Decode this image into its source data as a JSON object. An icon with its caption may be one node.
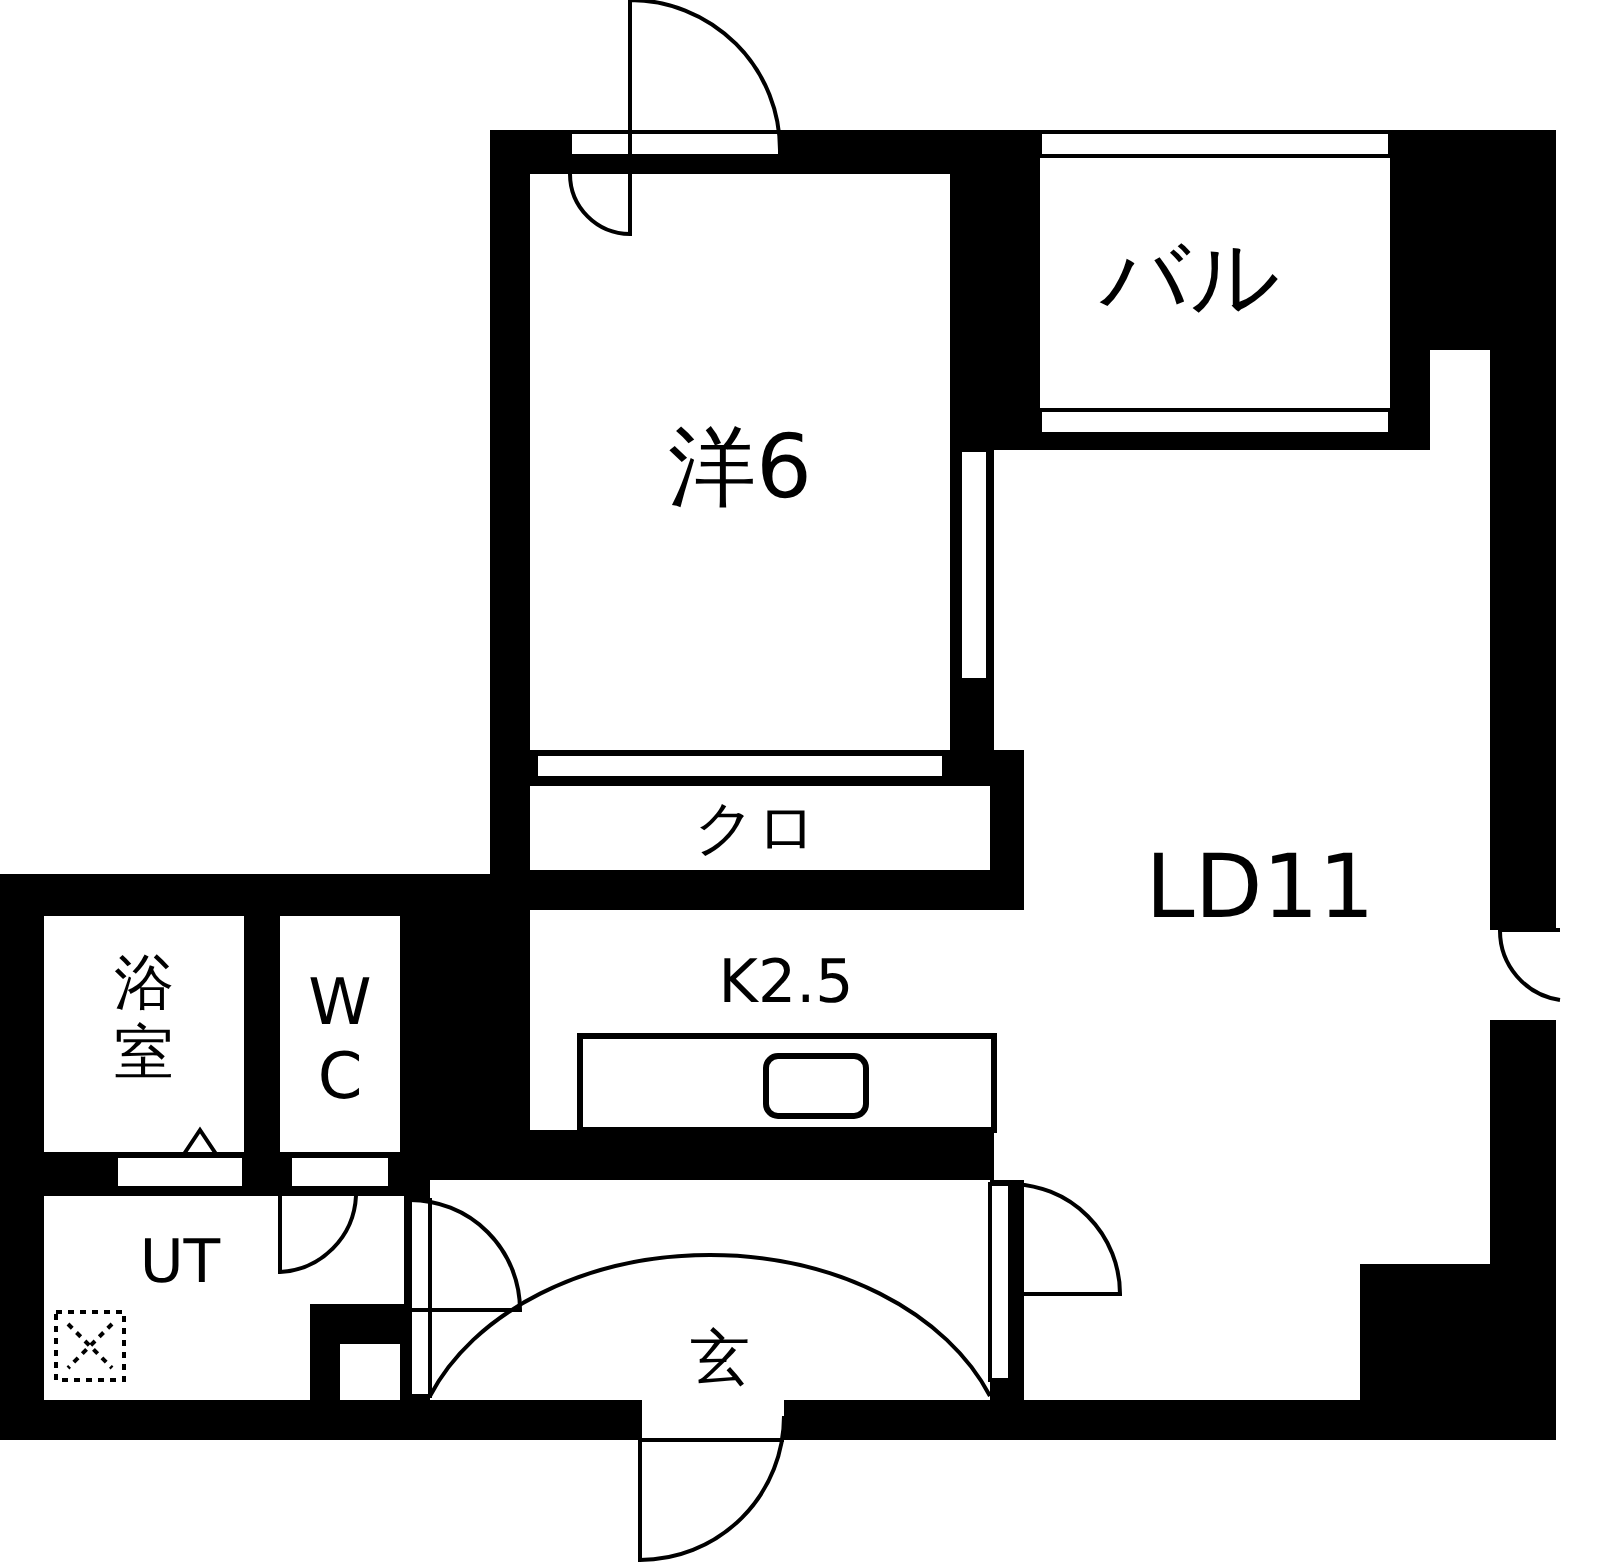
{
  "diagram": {
    "labels": [
      "バル",
      "洋6",
      "クロ",
      "LD11",
      "浴室",
      "K2.5",
      "WC",
      "UT",
      "玄"
    ]
  }
}
